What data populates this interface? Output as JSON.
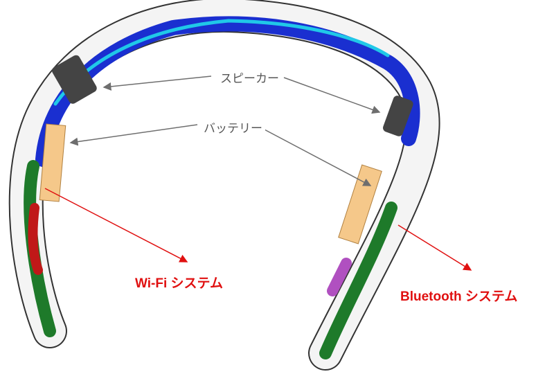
{
  "labels": {
    "speaker": "スピーカー",
    "battery": "バッテリー",
    "wifi": "Wi-Fi システム",
    "bluetooth": "Bluetooth システム"
  },
  "colors": {
    "leader_line": "#6e6e6e",
    "system_text": "#e01010",
    "body_blue": "#1a2fd0"
  }
}
